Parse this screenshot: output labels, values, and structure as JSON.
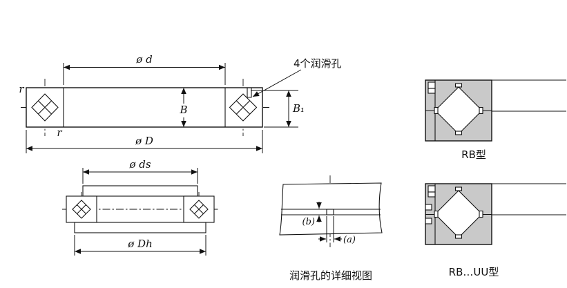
{
  "drawing": {
    "background": "#ffffff",
    "line_color": "#111111",
    "section_fill": "#c9c9c9"
  },
  "main_section": {
    "dim_bore": "ø d",
    "dim_outer": "ø D",
    "dim_width_inner": "B",
    "dim_width_outer": "B₁",
    "chamfer_top": "r",
    "chamfer_bottom": "r",
    "lube_holes_note": "4个润滑孔"
  },
  "mounting_section": {
    "dim_shaft_shoulder": "ø ds",
    "dim_housing_shoulder": "ø Dh"
  },
  "lube_hole_detail": {
    "dim_a": "(a)",
    "dim_b": "(b)",
    "caption": "润滑孔的详细视图"
  },
  "type_details": {
    "rb": "RB型",
    "rb_uu": "RB…UU型"
  }
}
